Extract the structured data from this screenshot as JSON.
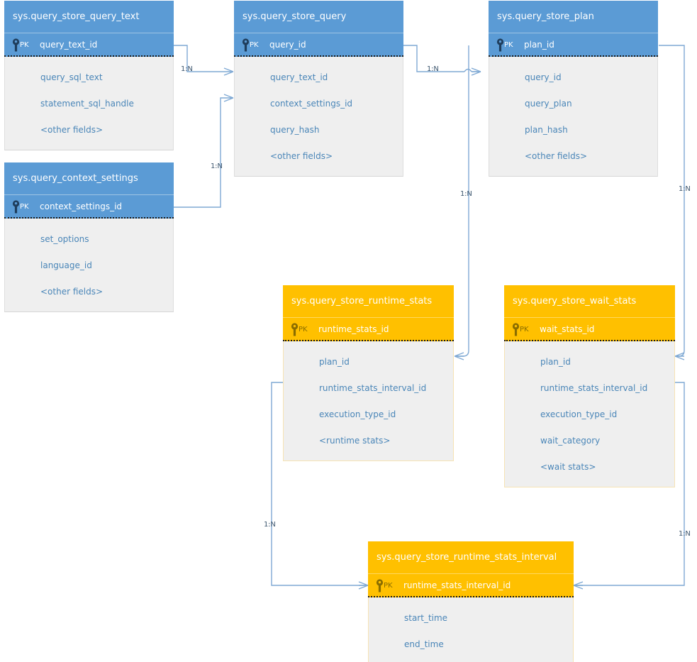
{
  "diagram": {
    "kind": "entity-relationship-diagram",
    "colors": {
      "blue_header": "#5B9BD5",
      "orange_header": "#FFC000",
      "body_fill": "#EFEFEF",
      "field_text": "#4A86B8",
      "connector": "#7FA9D4",
      "label_text": "#3D566E"
    },
    "pk_badge": "PK",
    "key_icon": "key-icon"
  },
  "entities": [
    {
      "id": "query_text",
      "name": "sys.query_store_query_text",
      "color": "blue",
      "pk": "query_text_id",
      "fields": [
        "query_sql_text",
        "statement_sql_handle",
        "<other fields>"
      ]
    },
    {
      "id": "query",
      "name": "sys.query_store_query",
      "color": "blue",
      "pk": "query_id",
      "fields": [
        "query_text_id",
        "context_settings_id",
        "query_hash",
        "<other fields>"
      ]
    },
    {
      "id": "plan",
      "name": "sys.query_store_plan",
      "color": "blue",
      "pk": "plan_id",
      "fields": [
        "query_id",
        "query_plan",
        "plan_hash",
        "<other fields>"
      ]
    },
    {
      "id": "context_settings",
      "name": "sys.query_context_settings",
      "color": "blue",
      "pk": "context_settings_id",
      "fields": [
        "set_options",
        "language_id",
        "<other fields>"
      ]
    },
    {
      "id": "runtime_stats",
      "name": "sys.query_store_runtime_stats",
      "color": "orange",
      "pk": "runtime_stats_id",
      "fields": [
        "plan_id",
        "runtime_stats_interval_id",
        "execution_type_id",
        "<runtime stats>"
      ]
    },
    {
      "id": "wait_stats",
      "name": "sys.query_store_wait_stats",
      "color": "orange",
      "pk": "wait_stats_id",
      "fields": [
        "plan_id",
        "runtime_stats_interval_id",
        "execution_type_id",
        "wait_category",
        "<wait stats>"
      ]
    },
    {
      "id": "runtime_stats_interval",
      "name": "sys.query_store_runtime_stats_interval",
      "color": "orange",
      "pk": "runtime_stats_interval_id",
      "fields": [
        "start_time",
        "end_time"
      ]
    }
  ],
  "relationships": [
    {
      "id": "rel-query-text-to-query",
      "from": "sys.query_store_query_text.query_text_id",
      "to": "sys.query_store_query.query_text_id",
      "cardinality": "1:N"
    },
    {
      "id": "rel-context-settings-to-query",
      "from": "sys.query_context_settings.context_settings_id",
      "to": "sys.query_store_query.context_settings_id",
      "cardinality": "1:N"
    },
    {
      "id": "rel-query-to-plan",
      "from": "sys.query_store_query.query_id",
      "to": "sys.query_store_plan.query_id",
      "cardinality": "1:N"
    },
    {
      "id": "rel-plan-to-runtime-stats",
      "from": "sys.query_store_plan.plan_id",
      "to": "sys.query_store_runtime_stats.plan_id",
      "cardinality": "1:N"
    },
    {
      "id": "rel-plan-to-wait-stats",
      "from": "sys.query_store_plan.plan_id",
      "to": "sys.query_store_wait_stats.plan_id",
      "cardinality": "1:N"
    },
    {
      "id": "rel-interval-to-runtime-stats",
      "from": "sys.query_store_runtime_stats_interval.runtime_stats_interval_id",
      "to": "sys.query_store_runtime_stats.runtime_stats_interval_id",
      "cardinality": "1:N"
    },
    {
      "id": "rel-interval-to-wait-stats",
      "from": "sys.query_store_runtime_stats_interval.runtime_stats_interval_id",
      "to": "sys.query_store_wait_stats.runtime_stats_interval_id",
      "cardinality": "1:N"
    }
  ]
}
